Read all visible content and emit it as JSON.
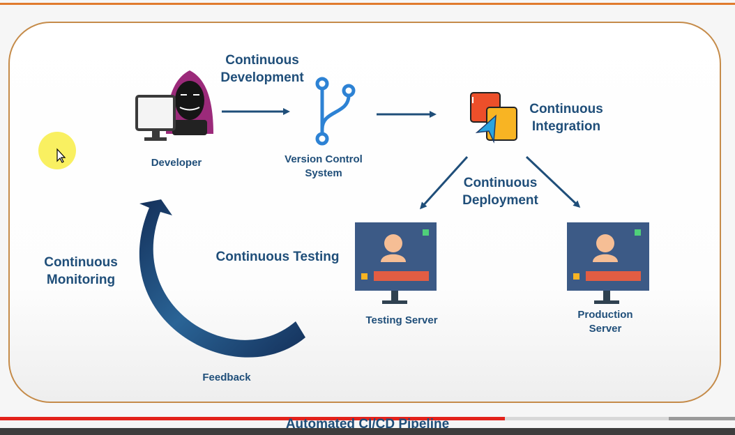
{
  "slide": {
    "labels": {
      "continuous_development": "Continuous Development",
      "developer": "Developer",
      "version_control": "Version Control System",
      "continuous_integration": "Continuous Integration",
      "continuous_deployment": "Continuous Deployment",
      "continuous_testing": "Continuous Testing",
      "continuous_monitoring": "Continuous Monitoring",
      "testing_server": "Testing Server",
      "production_server": "Production Server",
      "feedback": "Feedback"
    },
    "caption": "Automated CI/CD Pipeline"
  },
  "player": {
    "played_fraction": 0.687,
    "buffered_fraction": 0.91
  },
  "colors": {
    "label_text": "#1f4e79",
    "arrow": "#1f4e79",
    "frame_border": "#c58b49",
    "accent_orange": "#e07b2e",
    "progress_played": "#e3221b"
  },
  "icons": {
    "developer": "hooded-developer-icon",
    "vcs": "git-branch-icon",
    "ci": "ci-windows-icon",
    "server": "monitor-user-icon",
    "cursor": "mouse-pointer-icon"
  }
}
